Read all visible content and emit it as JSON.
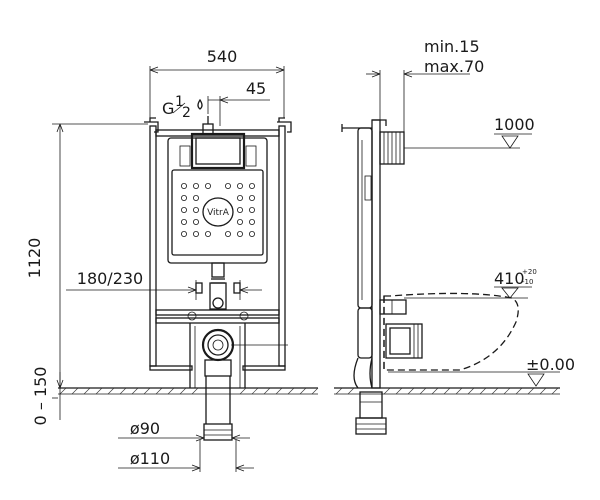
{
  "front_view": {
    "width_label": "540",
    "offset_label": "45",
    "pipe_label_main": "G",
    "pipe_label_frac_num": "1",
    "pipe_label_frac_den": "2",
    "height_label": "1120",
    "leg_height_label": "0 – 150",
    "spacing_label": "180/230",
    "dia_small_label": "ø90",
    "dia_large_label": "ø110",
    "brand_logo": "VitrA"
  },
  "side_view": {
    "depth_min_label": "min.15",
    "depth_max_label": "max.70",
    "level_top_label": "1000",
    "level_mid_label": "410",
    "level_mid_tol_plus": "+20",
    "level_mid_tol_minus": "-10",
    "level_floor_label": "±0.00"
  },
  "icons": {
    "water_drop": "water-drop-icon",
    "level_marker": "level-triangle-icon"
  }
}
